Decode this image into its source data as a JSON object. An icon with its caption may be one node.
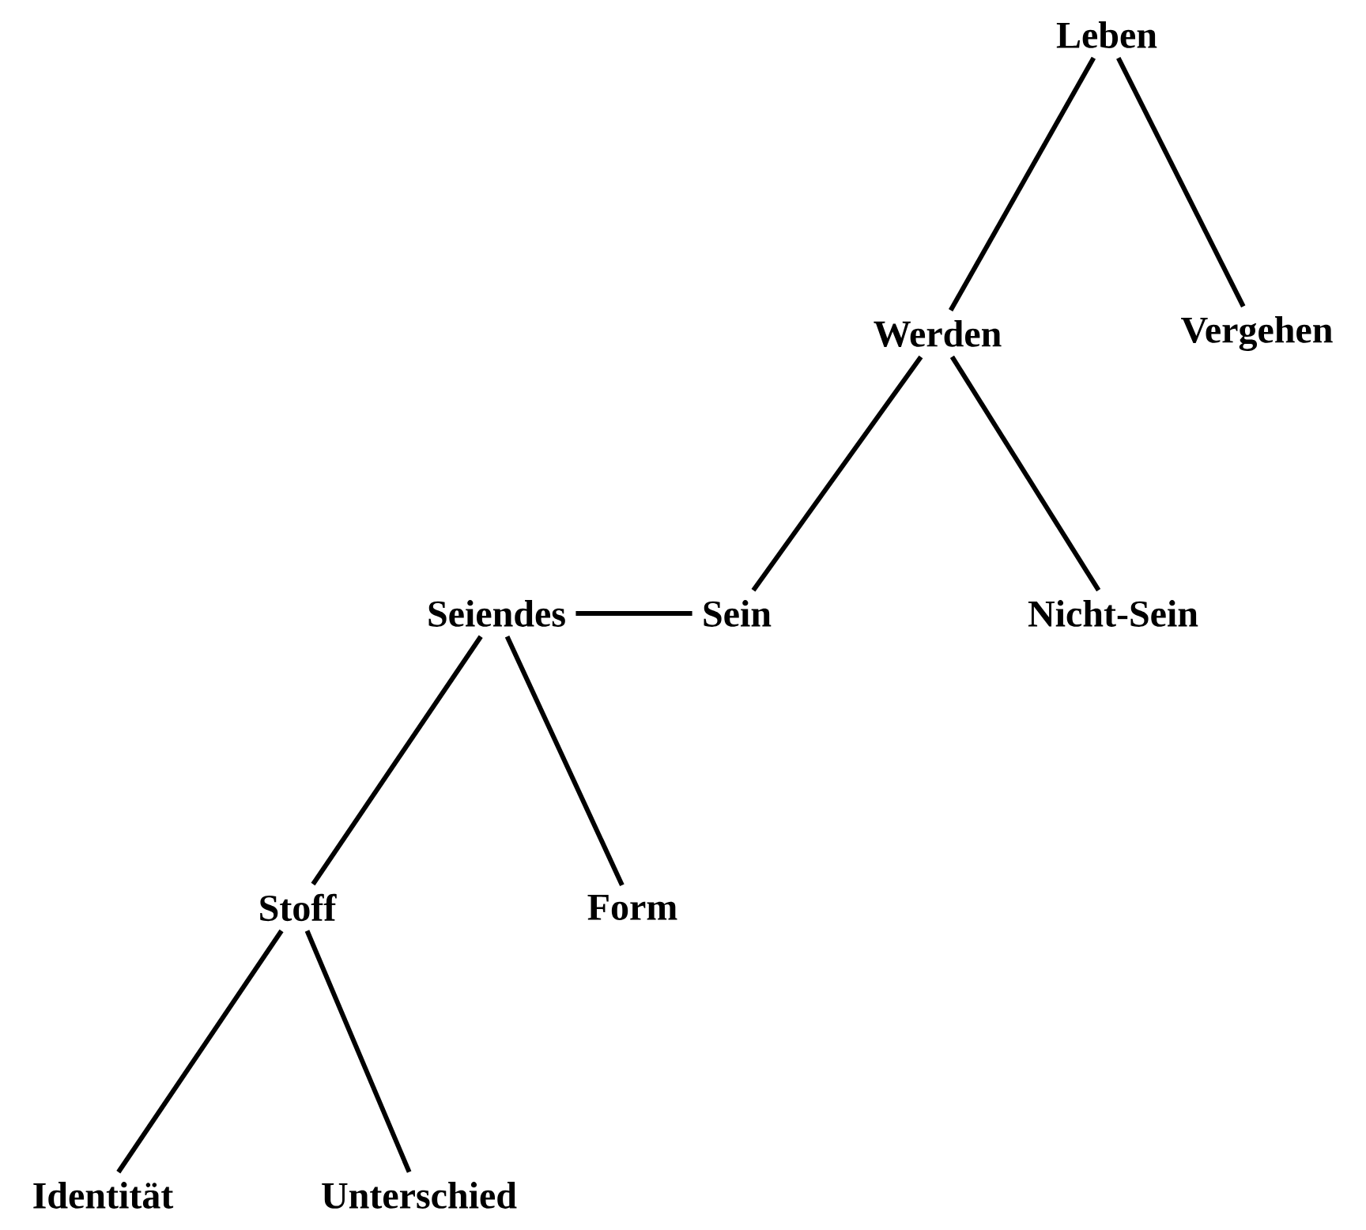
{
  "diagram": {
    "nodes": [
      {
        "text": [
          "Leben"
        ]
      },
      {
        "text": [
          "Werden"
        ]
      },
      {
        "text": [
          "Vergehen"
        ]
      },
      {
        "text": [
          "Seiendes"
        ]
      },
      {
        "text": [
          "Sein"
        ]
      },
      {
        "text": [
          "Nicht-Sein"
        ]
      },
      {
        "text": [
          "Stoff"
        ]
      },
      {
        "text": [
          "Form"
        ]
      },
      {
        "text": [
          "Identität"
        ]
      },
      {
        "text": [
          "Unterschied"
        ]
      }
    ],
    "edges": [
      {
        "from": 0,
        "to": 1,
        "arrow": "none"
      },
      {
        "from": 0,
        "to": 2,
        "arrow": "none"
      },
      {
        "from": 1,
        "to": 4,
        "arrow": "none"
      },
      {
        "from": 1,
        "to": 5,
        "arrow": "none"
      },
      {
        "from": 3,
        "to": 4,
        "arrow": "none"
      },
      {
        "from": 3,
        "to": 6,
        "arrow": "none"
      },
      {
        "from": 3,
        "to": 7,
        "arrow": "none"
      },
      {
        "from": 6,
        "to": 8,
        "arrow": "none"
      },
      {
        "from": 6,
        "to": 9,
        "arrow": "none"
      }
    ]
  }
}
